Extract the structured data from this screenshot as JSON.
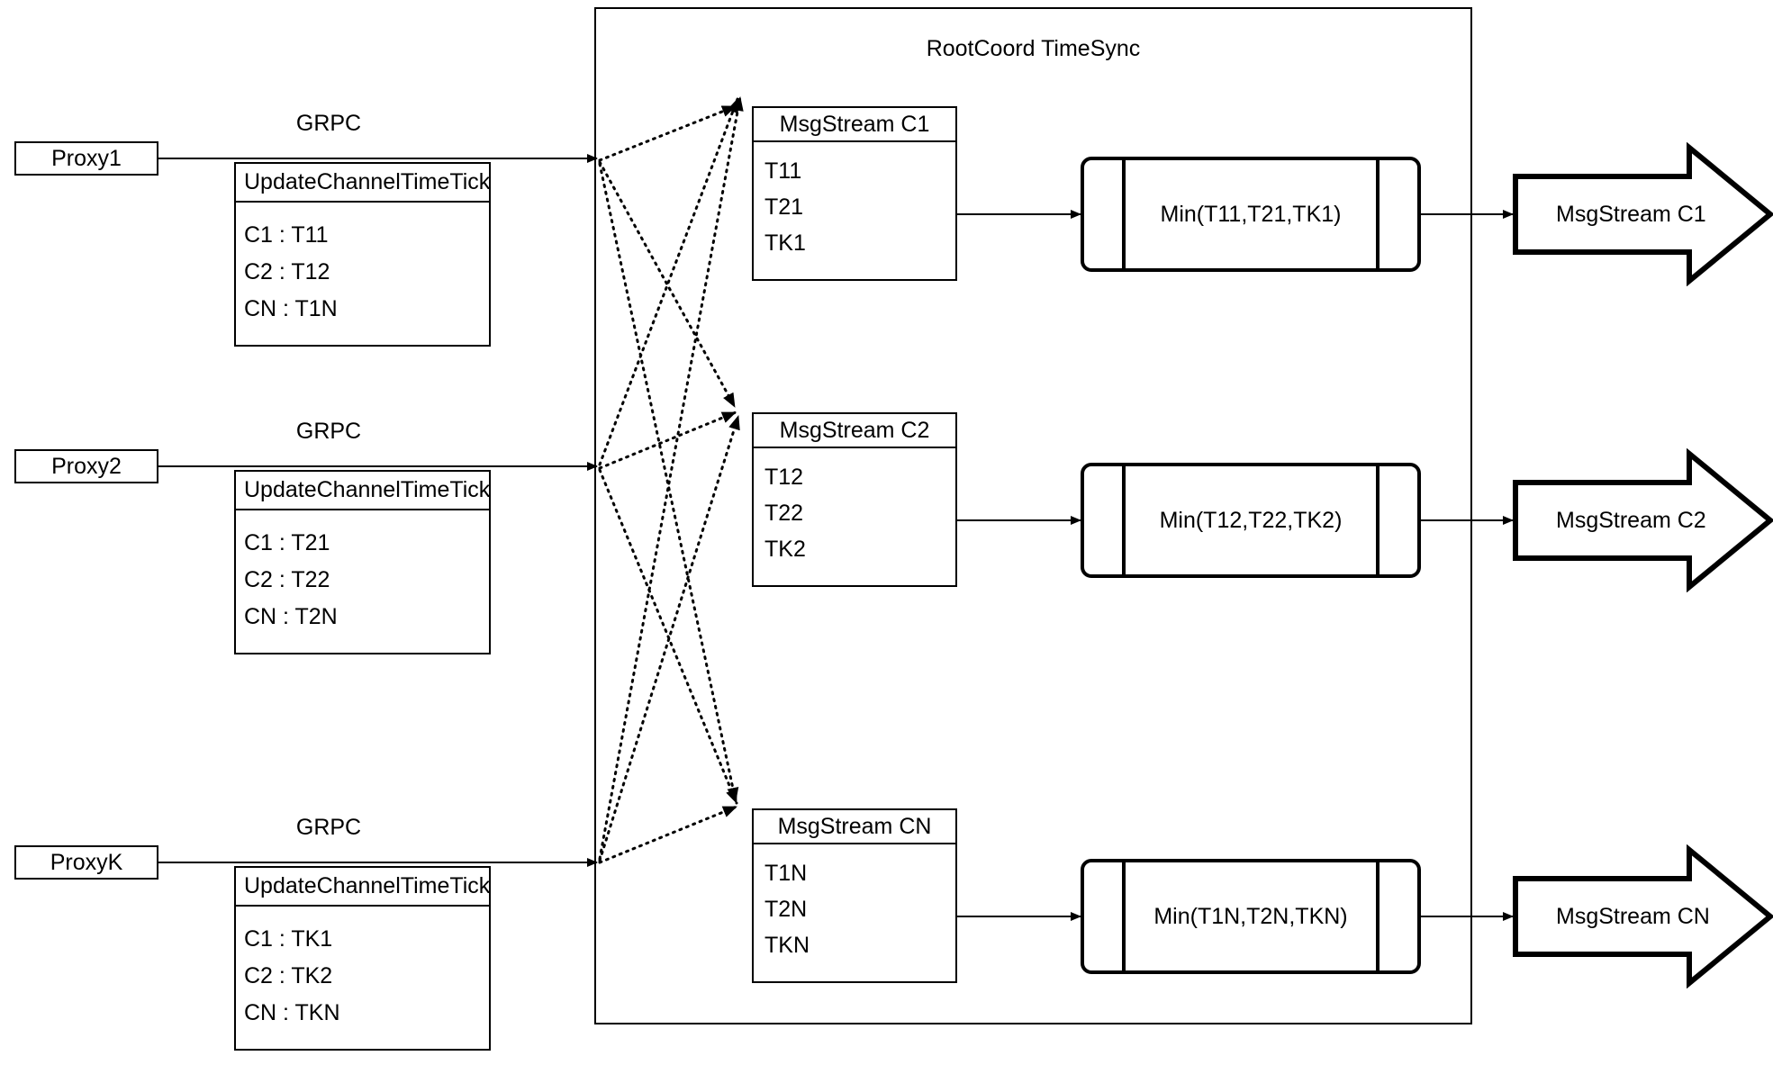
{
  "diagram": {
    "container": {
      "title": "RootCoord TimeSync"
    },
    "proxies": [
      {
        "name": "Proxy1",
        "link_label": "GRPC",
        "request": {
          "title": "UpdateChannelTimeTick",
          "rows": [
            "C1 :  T11",
            "C2 :  T12",
            "CN : T1N"
          ]
        }
      },
      {
        "name": "Proxy2",
        "link_label": "GRPC",
        "request": {
          "title": "UpdateChannelTimeTick",
          "rows": [
            "C1 :  T21",
            "C2 :  T22",
            "CN : T2N"
          ]
        }
      },
      {
        "name": "ProxyK",
        "link_label": "GRPC",
        "request": {
          "title": "UpdateChannelTimeTick",
          "rows": [
            "C1 :  TK1",
            "C2 :  TK2",
            "CN : TKN"
          ]
        }
      }
    ],
    "channels": [
      {
        "stream": {
          "title": "MsgStream C1",
          "rows": [
            "T11",
            "T21",
            "TK1"
          ]
        },
        "min": "Min(T11,T21,TK1)",
        "output": "MsgStream C1"
      },
      {
        "stream": {
          "title": "MsgStream C2",
          "rows": [
            "T12",
            "T22",
            "TK2"
          ]
        },
        "min": "Min(T12,T22,TK2)",
        "output": "MsgStream C2"
      },
      {
        "stream": {
          "title": "MsgStream CN",
          "rows": [
            "T1N",
            "T2N",
            "TKN"
          ]
        },
        "min": "Min(T1N,T2N,TKN)",
        "output": "MsgStream CN"
      }
    ],
    "colors": {
      "stroke": "#000000",
      "background": "#ffffff"
    }
  }
}
